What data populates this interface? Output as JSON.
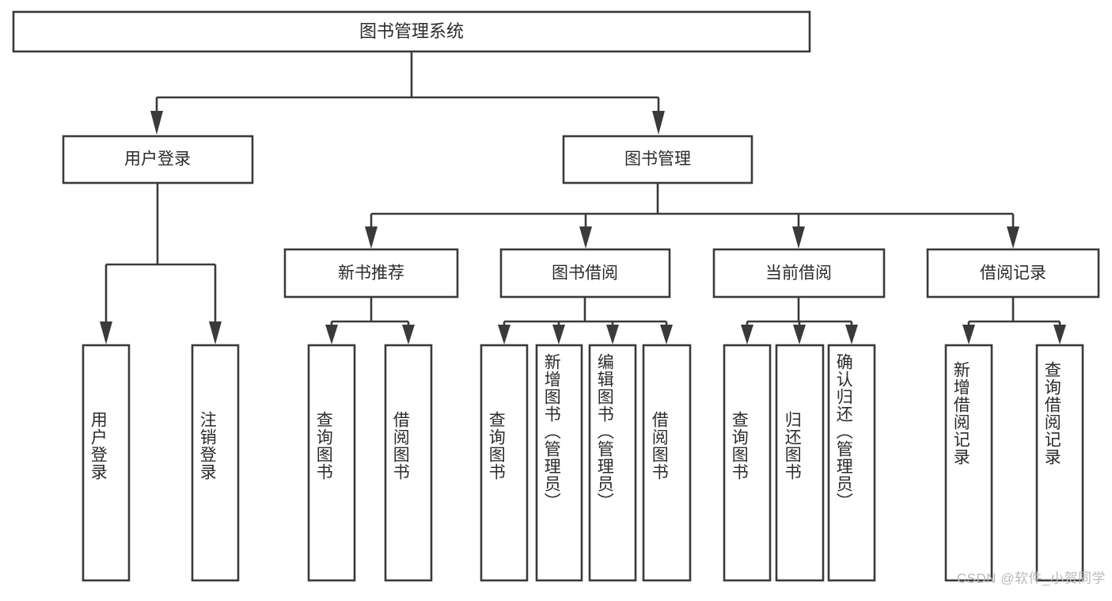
{
  "diagram": {
    "type": "tree-hierarchy-flowchart",
    "orientation": "top-down",
    "root": {
      "id": "root",
      "label": "图书管理系统"
    },
    "level2": [
      {
        "id": "user-login",
        "label": "用户登录"
      },
      {
        "id": "book-manage",
        "label": "图书管理"
      }
    ],
    "level3": [
      {
        "id": "new-book-recommend",
        "label": "新书推荐",
        "parent": "book-manage"
      },
      {
        "id": "book-borrow",
        "label": "图书借阅",
        "parent": "book-manage"
      },
      {
        "id": "current-borrow",
        "label": "当前借阅",
        "parent": "book-manage"
      },
      {
        "id": "borrow-record",
        "label": "借阅记录",
        "parent": "book-manage"
      }
    ],
    "leaves": [
      {
        "id": "leaf-user-login",
        "label": "用户登录",
        "parent": "user-login"
      },
      {
        "id": "leaf-logout",
        "label": "注销登录",
        "parent": "user-login"
      },
      {
        "id": "leaf-query-book-1",
        "label": "查询图书",
        "parent": "new-book-recommend"
      },
      {
        "id": "leaf-borrow-book-1",
        "label": "借阅图书",
        "parent": "new-book-recommend"
      },
      {
        "id": "leaf-query-book-2",
        "label": "查询图书",
        "parent": "book-borrow"
      },
      {
        "id": "leaf-add-book",
        "label": "新增图书（管理员）",
        "parent": "book-borrow"
      },
      {
        "id": "leaf-edit-book",
        "label": "编辑图书（管理员）",
        "parent": "book-borrow"
      },
      {
        "id": "leaf-borrow-book-2",
        "label": "借阅图书",
        "parent": "book-borrow"
      },
      {
        "id": "leaf-query-book-3",
        "label": "查询图书",
        "parent": "current-borrow"
      },
      {
        "id": "leaf-return-book",
        "label": "归还图书",
        "parent": "current-borrow"
      },
      {
        "id": "leaf-confirm-return",
        "label": "确认归还（管理员）",
        "parent": "current-borrow"
      },
      {
        "id": "leaf-add-record",
        "label": "新增借阅记录",
        "parent": "borrow-record"
      },
      {
        "id": "leaf-query-record",
        "label": "查询借阅记录",
        "parent": "borrow-record"
      }
    ]
  },
  "watermark": {
    "text": "CSDN @软件_小贺同学"
  },
  "colors": {
    "stroke": "#3a3a3a",
    "box_fill": "#ffffff",
    "text": "#2b2b2b",
    "background": "#ffffff",
    "watermark": "#b9b9b9"
  }
}
